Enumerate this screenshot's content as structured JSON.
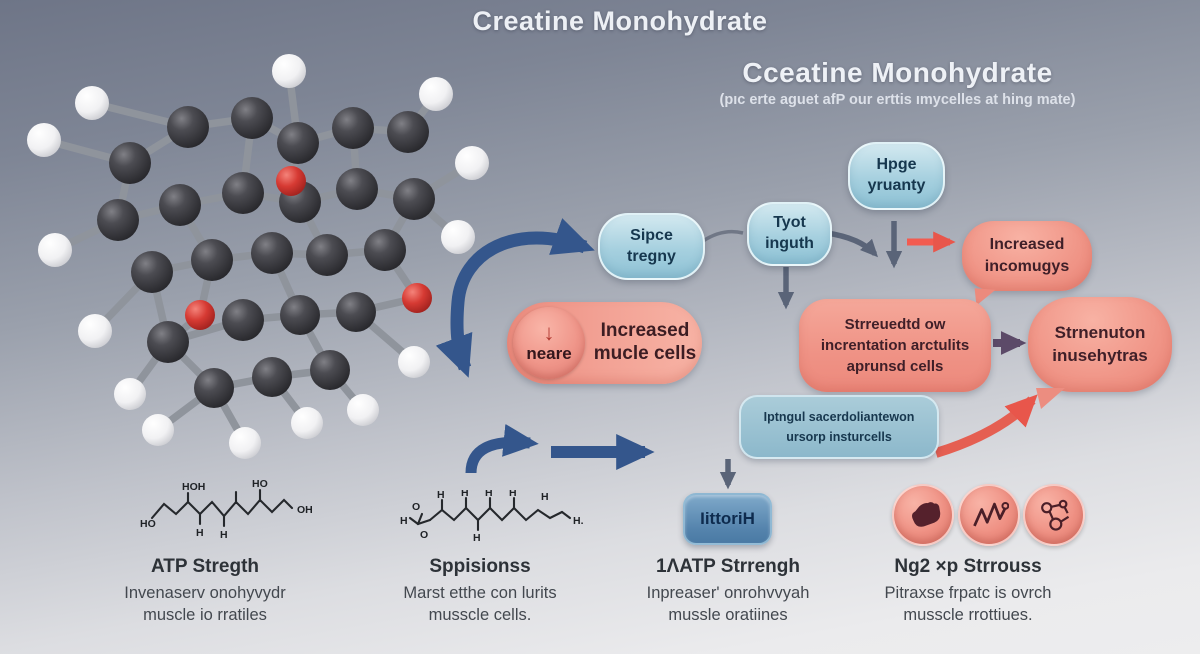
{
  "palette": {
    "background_top": "#6e7587",
    "background_bottom": "#ededee",
    "bubble_blue": "#a6d0df",
    "bubble_salmon": "#f09587",
    "box_steel_blue": "#8cb8cb",
    "button_blue": "#5584ad",
    "arrow_blue": "#34568c",
    "arrow_slate": "#5a6478",
    "arrow_red": "#e8564b",
    "arrow_purple": "#5c4a68",
    "molecule_carbon": "#3b3b3f",
    "molecule_hydrogen": "#f2f2f4",
    "molecule_oxygen": "#cf2b27",
    "molecule_bond": "#8f949c"
  },
  "titles": {
    "main": "Creatine Monohydrate",
    "secondary": "Cceatine Monohydrate",
    "secondary_subtitle": "(pıc erte aguet afP our erttis ımycelles at hing mate)"
  },
  "bubbles": {
    "sipce": {
      "line1": "Sipce",
      "line2": "tregny"
    },
    "tyot": {
      "line1": "Tyot",
      "line2": "inguth"
    },
    "hpge": {
      "line1": "Hpge",
      "line2": "yruanty"
    },
    "incomugys": {
      "line1": "Increased",
      "line2": "incomugys"
    },
    "strenuton": {
      "line1": "Strnenuton",
      "line2": "inusehytras"
    }
  },
  "boxes": {
    "neare_pill": {
      "badge": "neare",
      "arrow_glyph": "↓",
      "line1": "Increased",
      "line2": "mucle cells"
    },
    "streuedtd": {
      "line1": "Strreuedtd ow",
      "line2": "increntation arctulits",
      "line3": "aprunsd cells"
    },
    "iptngul": {
      "line1": "Iptngul sacerdoliantewon",
      "line2": "ursorp insturcells"
    },
    "iittorih_label": "IittoriH"
  },
  "footer_columns": [
    {
      "title": "ATP Stregth",
      "line1": "Invenaserv onohyvydr",
      "line2": "muscle io rratiles"
    },
    {
      "title": "Sppisionss",
      "line1": "Marst etthe con lurits",
      "line2": "musscle cells."
    },
    {
      "title": "1ΛATP Strrengh",
      "line1": "Inpreaser' onrohvvyah",
      "line2": "mussle oratiines"
    },
    {
      "title": "Ng2 ×p Strrouss",
      "line1": "Pitraxse frpatc is ovrch",
      "line2": "musscle rrottiues."
    }
  ],
  "icons": {
    "circle1": "fist-icon",
    "circle2": "zigzag-pulse-icon",
    "circle3": "molecule-icon"
  },
  "formula_labels": {
    "f1": {
      "l1": "HO",
      "l2": "HOH",
      "l3": "HO",
      "l4": "OH",
      "l5": "H",
      "l6": "H"
    },
    "f2": {
      "l1": "H",
      "l2": "O",
      "l3": "O",
      "l4": "H",
      "l5": "H",
      "l6": "H",
      "l7": "H",
      "l8": "H",
      "l9": "H",
      "l10": "H."
    }
  }
}
